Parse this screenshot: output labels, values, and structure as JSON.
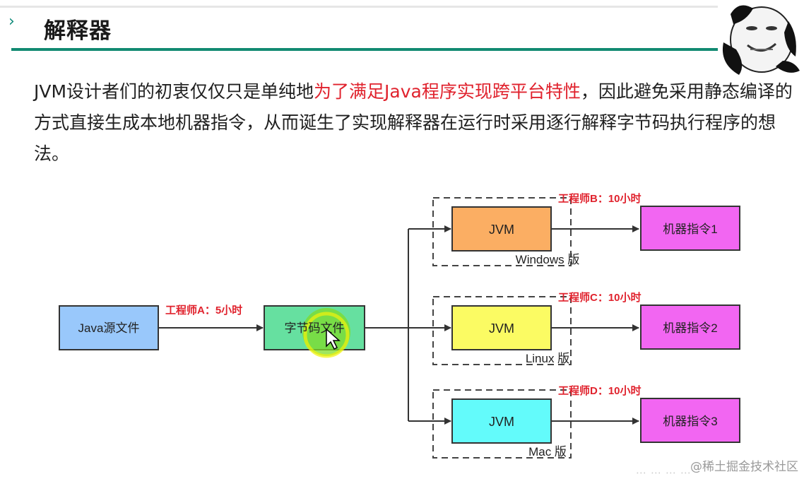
{
  "header": {
    "chevron_icon": "chevron-right-icon",
    "title": "解释器"
  },
  "paragraph": {
    "part1": "JVM设计者们的初衷仅仅只是单纯地",
    "highlight": "为了满足Java程序实现跨平台特性",
    "part2": "，因此避免采用静态编译的方式直接生成本地机器指令，从而诞生了实现解释器在运行时采用逐行解释字节码执行程序的想法。",
    "highlight_color": "#e0222d"
  },
  "diagram": {
    "source": {
      "label": "Java源文件",
      "color": "#99c8fb"
    },
    "edge_source_label": "工程师A：5小时",
    "bytecode": {
      "label": "字节码文件",
      "color": "#66e0a0"
    },
    "platforms": [
      {
        "jvm_label": "JVM",
        "jvm_color": "#fbae63",
        "platform_label": "Windows 版",
        "engineer_label": "工程师B：10小时",
        "machine_label": "机器指令1"
      },
      {
        "jvm_label": "JVM",
        "jvm_color": "#fbfb63",
        "platform_label": "Linux 版",
        "engineer_label": "工程师C：10小时",
        "machine_label": "机器指令2"
      },
      {
        "jvm_label": "JVM",
        "jvm_color": "#63fbfb",
        "platform_label": "Mac 版",
        "engineer_label": "工程师D：10小时",
        "machine_label": "机器指令3"
      }
    ],
    "machine_color": "#f266f2",
    "engineer_color": "#e0222d"
  },
  "watermark": "@稀土掘金技术社区",
  "cursor_icon": "mouse-cursor-icon",
  "avatar_icon": "panda-meme-avatar"
}
